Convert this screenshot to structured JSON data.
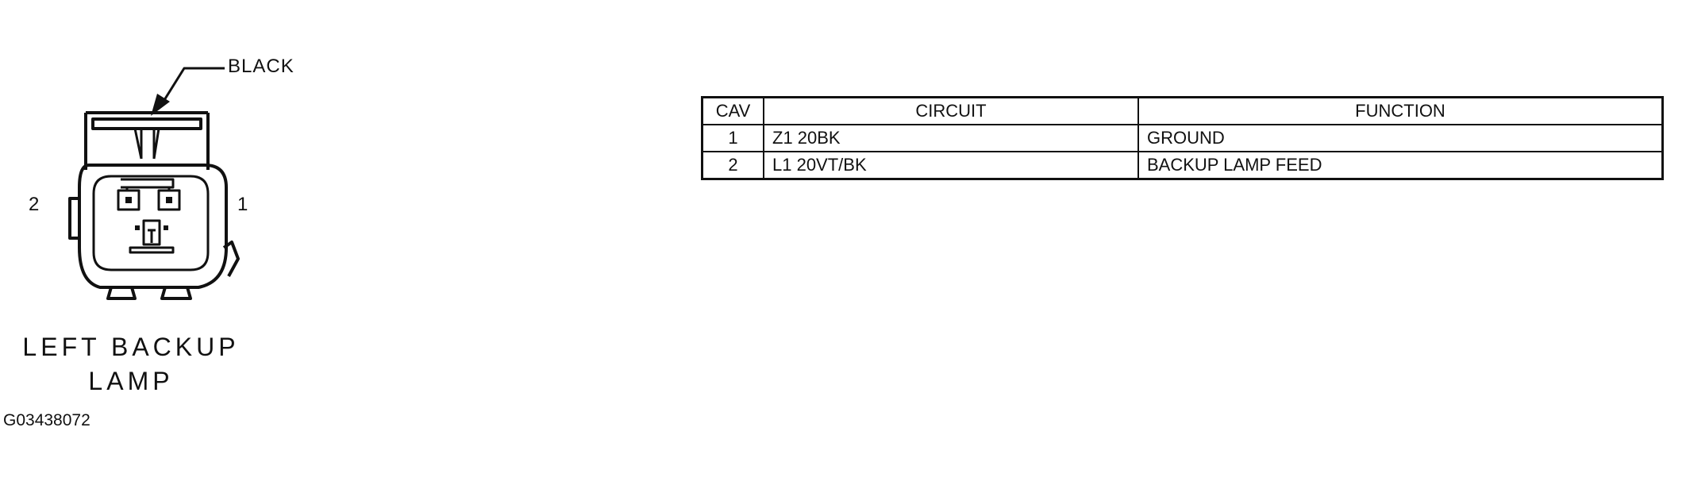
{
  "connector": {
    "color_label": "BLACK",
    "pin_left": "2",
    "pin_right": "1",
    "name_line1": "LEFT BACKUP",
    "name_line2": "LAMP"
  },
  "figure_id": "G03438072",
  "table": {
    "headers": [
      "CAV",
      "CIRCUIT",
      "FUNCTION"
    ],
    "rows": [
      {
        "cav": "1",
        "circuit": "Z1 20BK",
        "function": "GROUND"
      },
      {
        "cav": "2",
        "circuit": "L1 20VT/BK",
        "function": "BACKUP LAMP FEED"
      }
    ]
  },
  "colors": {
    "ink": "#111111",
    "background": "#ffffff"
  }
}
